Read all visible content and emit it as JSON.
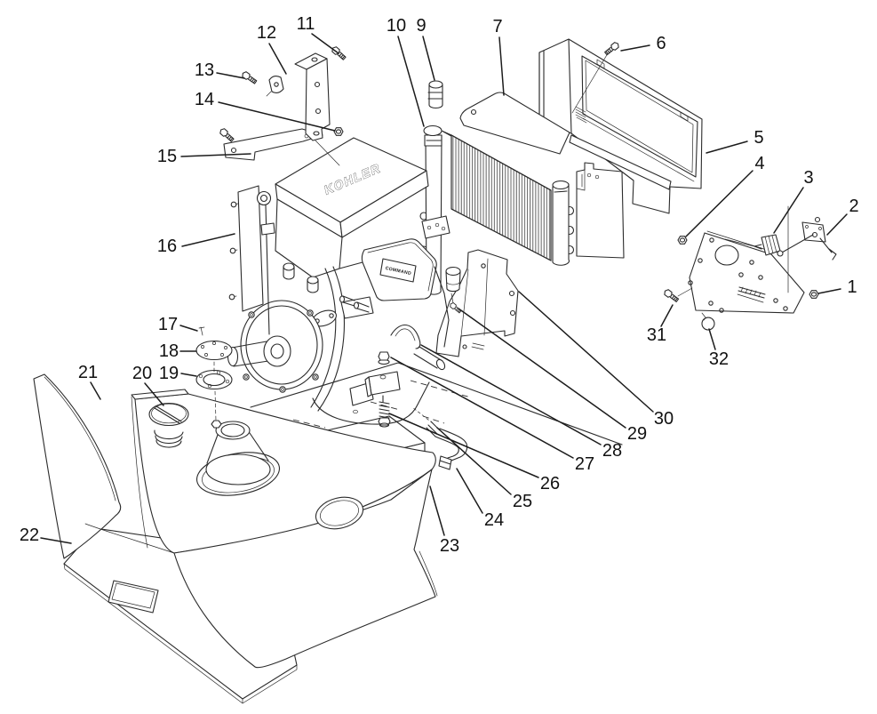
{
  "branding": {
    "engine_logo": "KOHLER",
    "engine_decal": "COMMAND"
  },
  "callouts": [
    {
      "num": "1",
      "label": [
        959,
        323
      ],
      "line": [
        [
          946,
          325
        ],
        [
          921,
          330
        ]
      ]
    },
    {
      "num": "2",
      "label": [
        961,
        232
      ],
      "line": [
        [
          953,
          241
        ],
        [
          931,
          264
        ]
      ]
    },
    {
      "num": "3",
      "label": [
        910,
        200
      ],
      "line": [
        [
          904,
          211
        ],
        [
          871,
          262
        ]
      ]
    },
    {
      "num": "4",
      "label": [
        855,
        184
      ],
      "line": [
        [
          847,
          192
        ],
        [
          772,
          266
        ]
      ]
    },
    {
      "num": "5",
      "label": [
        854,
        155
      ],
      "line": [
        [
          841,
          159
        ],
        [
          795,
          172
        ]
      ]
    },
    {
      "num": "6",
      "label": [
        744,
        49
      ],
      "line": [
        [
          731,
          51
        ],
        [
          699,
          57
        ]
      ]
    },
    {
      "num": "7",
      "label": [
        560,
        30
      ],
      "line": [
        [
          562,
          42
        ],
        [
          567,
          107
        ]
      ]
    },
    {
      "num": "9",
      "label": [
        474,
        29
      ],
      "line": [
        [
          476,
          41
        ],
        [
          489,
          90
        ]
      ]
    },
    {
      "num": "10",
      "label": [
        446,
        29
      ],
      "line": [
        [
          448,
          41
        ],
        [
          477,
          142
        ]
      ]
    },
    {
      "num": "11",
      "label": [
        344,
        27
      ],
      "line": [
        [
          351,
          38
        ],
        [
          381,
          60
        ]
      ]
    },
    {
      "num": "12",
      "label": [
        300,
        37
      ],
      "line": [
        [
          303,
          49
        ],
        [
          322,
          83
        ]
      ]
    },
    {
      "num": "13",
      "label": [
        230,
        79
      ],
      "line": [
        [
          244,
          82
        ],
        [
          275,
          88
        ]
      ]
    },
    {
      "num": "14",
      "label": [
        230,
        112
      ],
      "line": [
        [
          246,
          115
        ],
        [
          377,
          147
        ]
      ]
    },
    {
      "num": "15",
      "label": [
        188,
        176
      ],
      "line": [
        [
          204,
          176
        ],
        [
          282,
          173
        ]
      ]
    },
    {
      "num": "16",
      "label": [
        188,
        277
      ],
      "line": [
        [
          205,
          277
        ],
        [
          264,
          263
        ]
      ]
    },
    {
      "num": "17",
      "label": [
        189,
        365
      ],
      "line": [
        [
          203,
          366
        ],
        [
          222,
          372
        ]
      ]
    },
    {
      "num": "18",
      "label": [
        190,
        395
      ],
      "line": [
        [
          203,
          395
        ],
        [
          221,
          395
        ]
      ]
    },
    {
      "num": "19",
      "label": [
        190,
        420
      ],
      "line": [
        [
          204,
          420
        ],
        [
          221,
          423
        ]
      ]
    },
    {
      "num": "20",
      "label": [
        160,
        420
      ],
      "line": [
        [
          163,
          431
        ],
        [
          184,
          456
        ]
      ]
    },
    {
      "num": "21",
      "label": [
        99,
        419
      ],
      "line": [
        [
          102,
          430
        ],
        [
          113,
          449
        ]
      ]
    },
    {
      "num": "22",
      "label": [
        33,
        602
      ],
      "line": [
        [
          46,
          605
        ],
        [
          80,
          611
        ]
      ]
    },
    {
      "num": "23",
      "label": [
        506,
        614
      ],
      "line": [
        [
          500,
          602
        ],
        [
          484,
          547
        ]
      ]
    },
    {
      "num": "24",
      "label": [
        556,
        585
      ],
      "line": [
        [
          543,
          577
        ],
        [
          514,
          527
        ]
      ]
    },
    {
      "num": "25",
      "label": [
        588,
        564
      ],
      "line": [
        [
          575,
          556
        ],
        [
          492,
          481
        ]
      ]
    },
    {
      "num": "26",
      "label": [
        619,
        544
      ],
      "line": [
        [
          606,
          537
        ],
        [
          438,
          465
        ]
      ]
    },
    {
      "num": "27",
      "label": [
        658,
        522
      ],
      "line": [
        [
          645,
          515
        ],
        [
          440,
          402
        ]
      ]
    },
    {
      "num": "28",
      "label": [
        689,
        507
      ],
      "line": [
        [
          676,
          500
        ],
        [
          474,
          388
        ]
      ]
    },
    {
      "num": "29",
      "label": [
        717,
        488
      ],
      "line": [
        [
          704,
          481
        ],
        [
          516,
          347
        ]
      ]
    },
    {
      "num": "30",
      "label": [
        747,
        471
      ],
      "line": [
        [
          735,
          463
        ],
        [
          584,
          328
        ]
      ]
    },
    {
      "num": "31",
      "label": [
        739,
        377
      ],
      "line": [
        [
          744,
          367
        ],
        [
          757,
          343
        ]
      ]
    },
    {
      "num": "32",
      "label": [
        809,
        404
      ],
      "line": [
        [
          805,
          393
        ],
        [
          798,
          370
        ]
      ]
    }
  ]
}
